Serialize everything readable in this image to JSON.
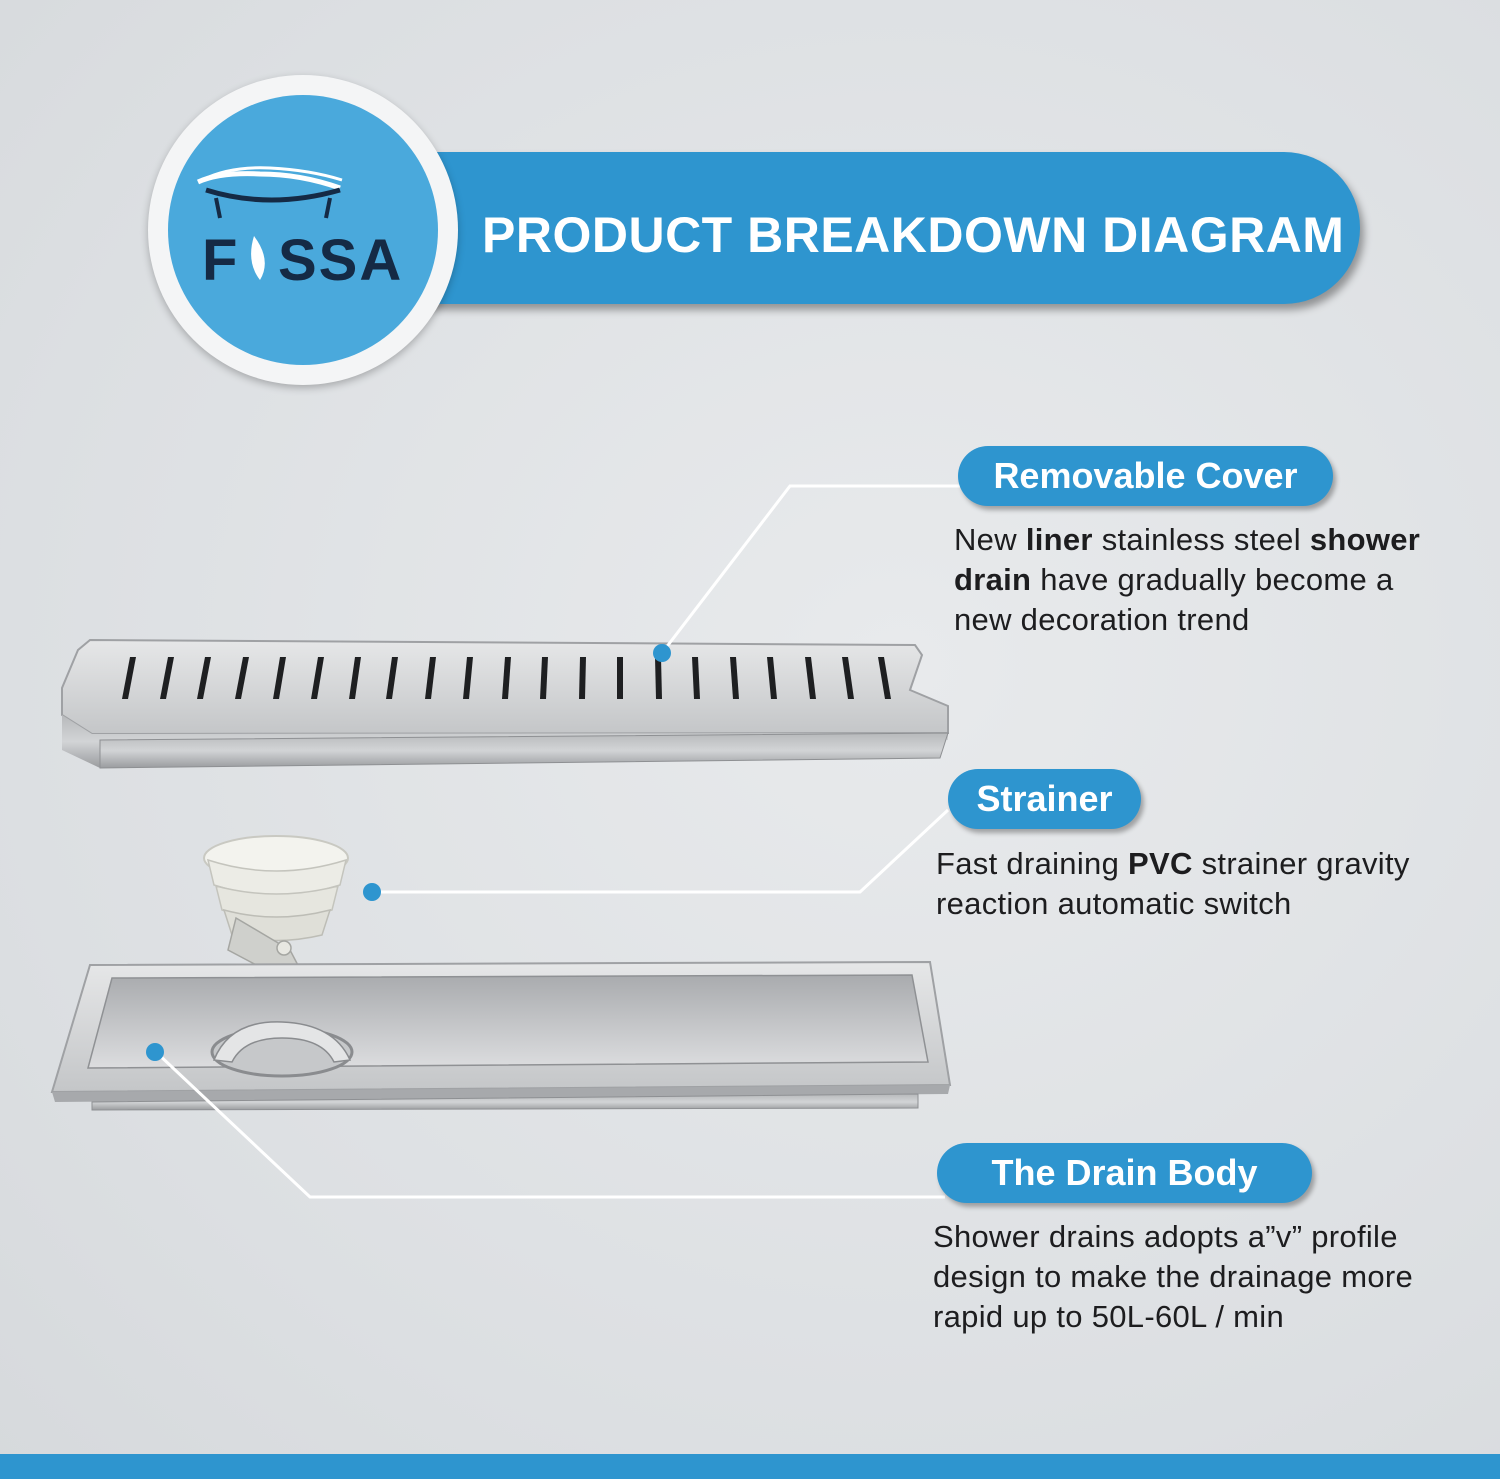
{
  "brand": {
    "name": "FISSA"
  },
  "banner": {
    "title": "PRODUCT BREAKDOWN DIAGRAM"
  },
  "callouts": {
    "cover": {
      "label": "Removable Cover",
      "line1": [
        "New ",
        "liner",
        " stainless steel ",
        "shower"
      ],
      "line2": [
        "drain",
        " have gradually become a"
      ],
      "line3": "new decoration trend"
    },
    "strainer": {
      "label": "Strainer",
      "line1": [
        "Fast draining ",
        "PVC",
        " strainer gravity"
      ],
      "line2": "reaction automatic switch"
    },
    "body": {
      "label": "The Drain Body",
      "line1": "Shower drains adopts a”v” profile",
      "line2": "design to make the drainage more",
      "line3": "rapid up to 50L-60L / min"
    }
  },
  "colors": {
    "accent": "#2e95cf",
    "accent_light": "#4aa9dc",
    "logo_text": "#152a45",
    "background": "#dfe2e4"
  }
}
